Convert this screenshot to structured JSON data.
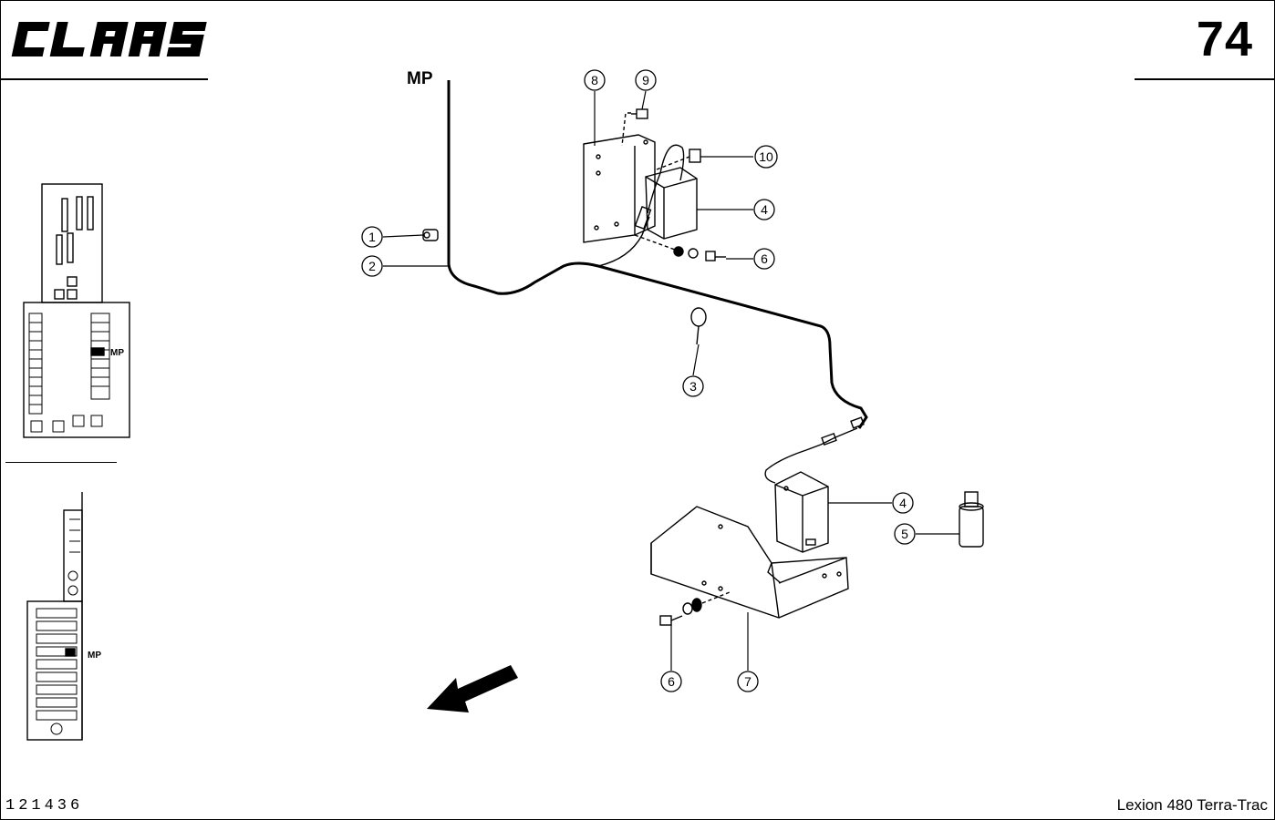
{
  "header": {
    "brand": "CLAAS",
    "page_number": "74"
  },
  "footer": {
    "doc_number": "121436",
    "model": "Lexion 480 Terra-Trac"
  },
  "diagram": {
    "main_label": "MP",
    "inset_label_top": "MP",
    "inset_label_bottom": "MP"
  },
  "callouts": [
    {
      "number": "1"
    },
    {
      "number": "2"
    },
    {
      "number": "3"
    },
    {
      "number": "4"
    },
    {
      "number": "4"
    },
    {
      "number": "5"
    },
    {
      "number": "6"
    },
    {
      "number": "6"
    },
    {
      "number": "7"
    },
    {
      "number": "8"
    },
    {
      "number": "9"
    },
    {
      "number": "10"
    }
  ]
}
